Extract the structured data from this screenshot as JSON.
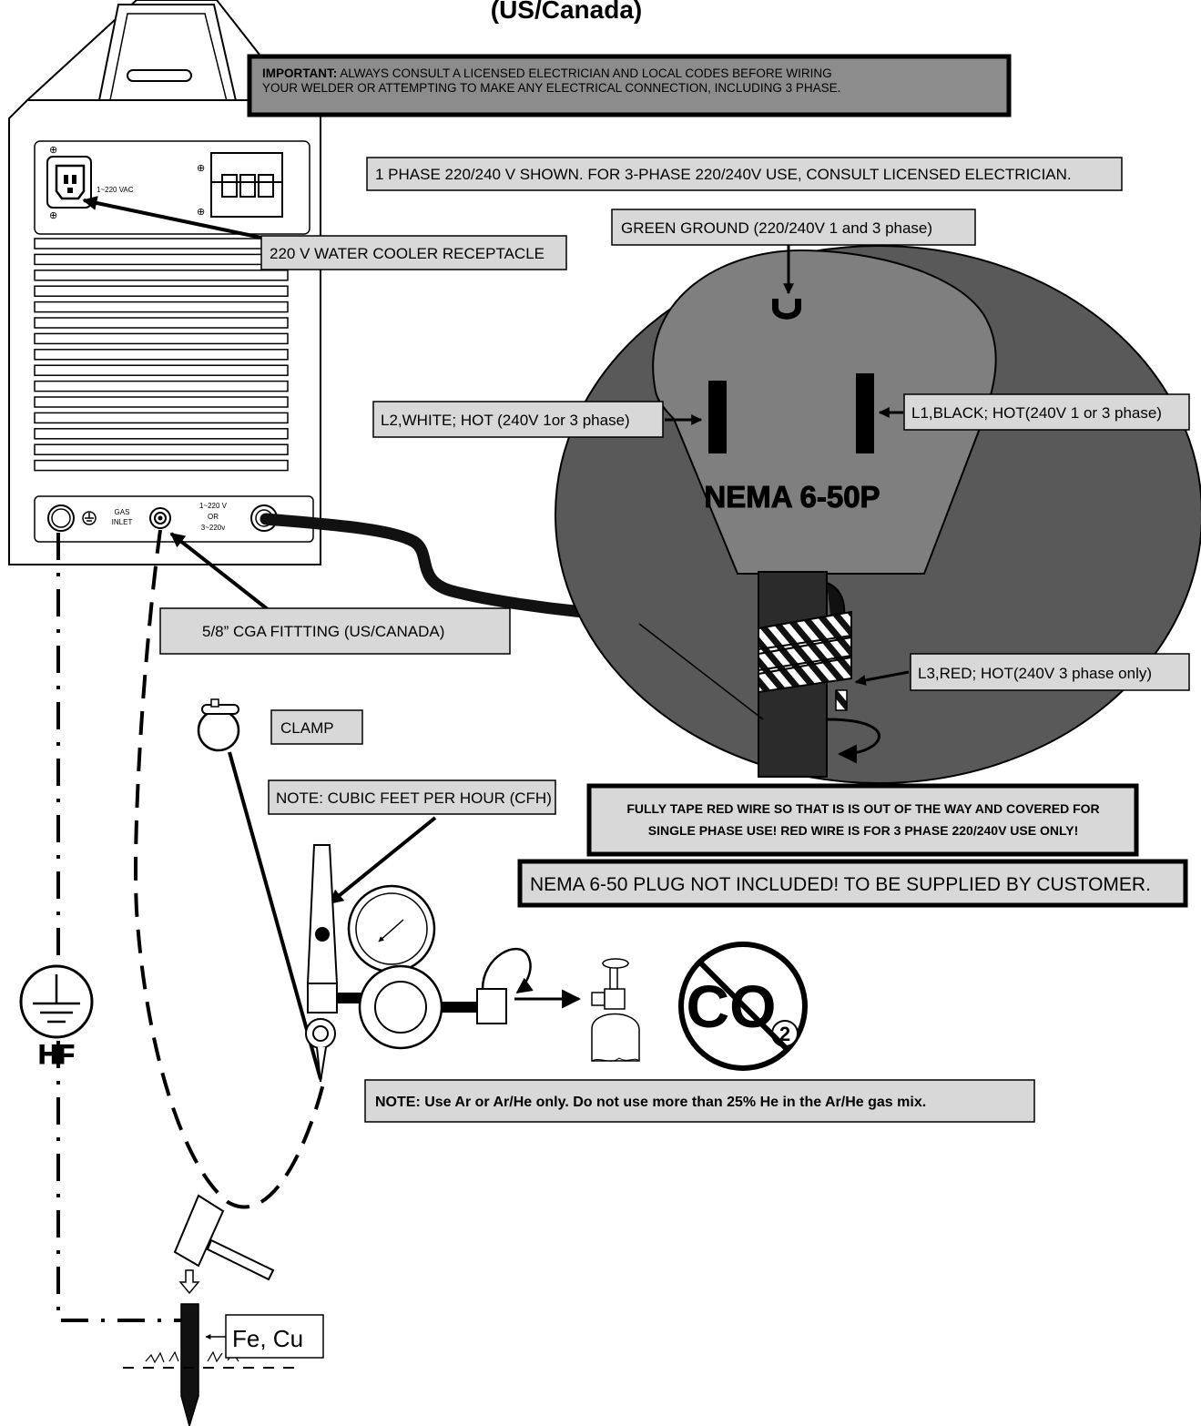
{
  "title": "(US/Canada)",
  "important": {
    "bold_prefix": "IMPORTANT:",
    "line1": " ALWAYS CONSULT A LICENSED ELECTRICIAN AND LOCAL CODES BEFORE WIRING",
    "line2": "YOUR WELDER OR ATTEMPTING TO MAKE ANY ELECTRICAL CONNECTION, INCLUDING 3 PHASE."
  },
  "phase_note": "1 PHASE 220/240 V SHOWN.  FOR 3-PHASE 220/240V USE,  CONSULT LICENSED ELECTRICIAN.",
  "water_cooler_label": "220 V  WATER COOLER RECEPTACLE",
  "receptacle_text": "1~220 VAC",
  "green_ground_label": "GREEN GROUND  (220/240V 1 and 3 phase)",
  "l2_label": "L2,WHITE; HOT (240V 1or 3 phase)",
  "l1_label": "L1,BLACK; HOT(240V 1 or 3 phase)",
  "nema_plug_label": "NEMA 6-50P",
  "l3_label": "L3,RED; HOT(240V 3 phase only)",
  "panel": {
    "gas_inlet_line1": "GAS",
    "gas_inlet_line2": "INLET",
    "power_line1": "1~220 V",
    "power_line2": "OR",
    "power_line3": "3~220v"
  },
  "cga_label": "5/8” CGA FITTTING (US/CANADA)",
  "clamp_label": "CLAMP",
  "cfh_note": "NOTE: CUBIC FEET PER HOUR (CFH)",
  "tape_note": {
    "line1": "FULLY TAPE RED WIRE SO THAT IS IS OUT OF THE WAY AND COVERED FOR",
    "line2": "SINGLE PHASE USE!  RED WIRE IS FOR 3 PHASE 220/240V USE ONLY!"
  },
  "plug_not_included": "NEMA 6-50 PLUG NOT INCLUDED!  TO BE SUPPLIED BY CUSTOMER.",
  "co2_label": "CO",
  "co2_sub": "2",
  "hf_label": "HF",
  "gas_note": "NOTE: Use Ar or Ar/He only.  Do not use more than 25% He in the Ar/He gas mix.",
  "ground_rod_label": "Fe, Cu",
  "colors": {
    "label_gray": "#d8d8d8",
    "important_gray": "#8c8c8c",
    "plug_dark": "#595959",
    "plug_light": "#7f7f7f",
    "cord": "#2b2b2b"
  }
}
